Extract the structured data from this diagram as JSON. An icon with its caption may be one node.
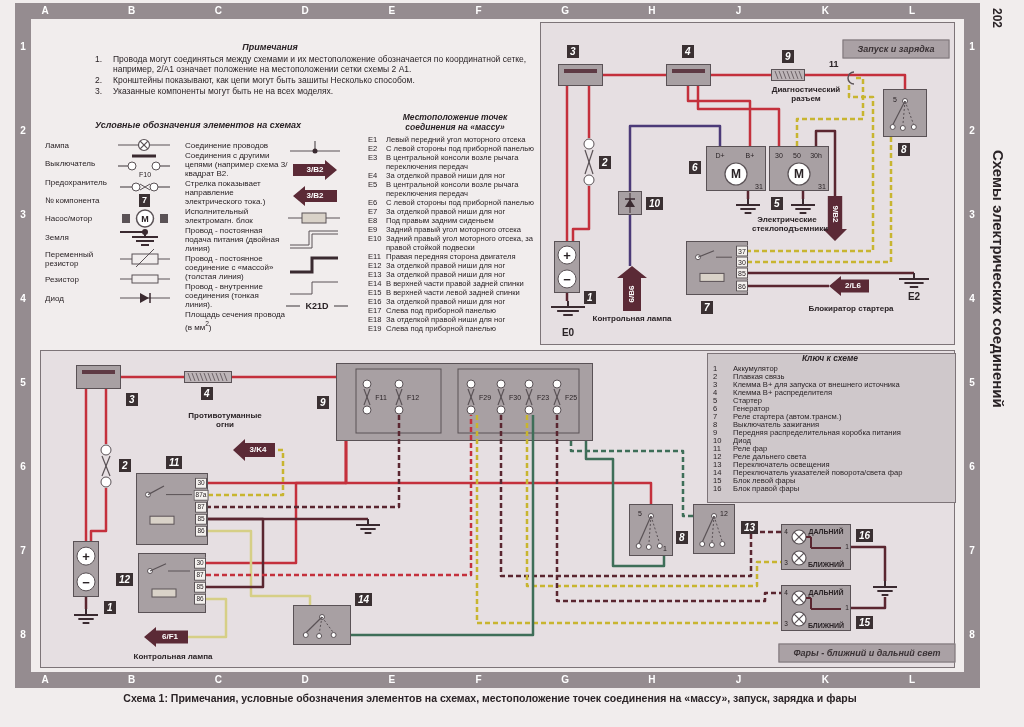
{
  "diagram": {
    "title": "Схемы электрических соединений",
    "caption": "Схема 1: Примечания, условные обозначения элементов на схемах, местоположение точек соединения на «массу», запуск, зарядка и фары",
    "nodes": [
      {
        "text": [
          "Запуск и зарядка"
        ]
      },
      {
        "text": [],
        "shape": "box",
        "in": 0,
        "beside": [
          "3"
        ]
      },
      {
        "text": [],
        "shape": "box",
        "in": 0,
        "beside": [
          "4"
        ]
      },
      {
        "text": [],
        "shape": "fuse",
        "in": 0,
        "beside": [
          "9"
        ]
      },
      {
        "text": [
          "5"
        ],
        "in": 0,
        "beside": [
          "8"
        ]
      },
      {
        "text": [],
        "shape": "fuse",
        "in": 0,
        "beside": [
          "2"
        ]
      },
      {
        "text": [
          "+",
          "−"
        ],
        "in": 0,
        "beside": [
          "1"
        ]
      },
      {
        "text": [
          "E0"
        ],
        "in": 0
      },
      {
        "text": [],
        "shape": "diode",
        "in": 0,
        "beside": [
          "10"
        ]
      },
      {
        "text": [
          "6/B6"
        ],
        "in": 0,
        "beside": [
          "Контрольная лампа"
        ]
      },
      {
        "text": [
          "D+",
          "B+",
          "M",
          "31"
        ],
        "in": 0,
        "beside": [
          "6"
        ]
      },
      {
        "text": [],
        "shape": "ground",
        "in": 0
      },
      {
        "text": [
          "30",
          "50",
          "30h",
          "M",
          "31"
        ],
        "in": 0,
        "beside": [
          "5"
        ]
      },
      {
        "text": [],
        "shape": "ground",
        "in": 0
      },
      {
        "text": [
          "9/B2"
        ],
        "in": 0
      },
      {
        "text": [],
        "shape": "connector",
        "in": 0,
        "beside": [
          "11",
          "Диагностический разъем"
        ]
      },
      {
        "text": [
          "37",
          "30",
          "85",
          "86"
        ],
        "in": 0,
        "beside": [
          "7"
        ]
      },
      {
        "text": [
          "2/L6"
        ],
        "in": 0,
        "beside": [
          "Блокиратор стартера"
        ]
      },
      {
        "text": [
          "E2"
        ],
        "in": 0
      },
      {
        "text": [
          "Фары - ближний и дальний свет"
        ]
      },
      {
        "text": [],
        "shape": "box",
        "in": 19,
        "beside": [
          "3"
        ]
      },
      {
        "text": [],
        "shape": "fuse",
        "in": 19,
        "beside": [
          "4"
        ]
      },
      {
        "text": [],
        "shape": "box",
        "in": 19,
        "beside": [
          "9"
        ]
      },
      {
        "text": [
          "F11"
        ],
        "in": 22
      },
      {
        "text": [
          "F12"
        ],
        "in": 22
      },
      {
        "text": [
          "F29"
        ],
        "in": 22
      },
      {
        "text": [
          "F30"
        ],
        "in": 22
      },
      {
        "text": [
          "F23"
        ],
        "in": 22
      },
      {
        "text": [
          "F25"
        ],
        "in": 22
      },
      {
        "text": [],
        "shape": "fuse",
        "in": 19,
        "beside": [
          "2"
        ]
      },
      {
        "text": [
          "+",
          "−"
        ],
        "in": 19,
        "beside": [
          "1"
        ]
      },
      {
        "text": [],
        "shape": "ground",
        "in": 19
      },
      {
        "text": [
          "30",
          "87a",
          "87",
          "85",
          "86"
        ],
        "in": 19,
        "beside": [
          "11"
        ]
      },
      {
        "text": [
          "3/K4"
        ],
        "in": 19,
        "beside": [
          "Противотуманные огни"
        ]
      },
      {
        "text": [],
        "shape": "ground",
        "in": 19
      },
      {
        "text": [
          "30",
          "87",
          "85",
          "86"
        ],
        "in": 19,
        "beside": [
          "12"
        ]
      },
      {
        "text": [],
        "shape": "box",
        "in": 19,
        "beside": [
          "14"
        ]
      },
      {
        "text": [
          "6/F1"
        ],
        "in": 19,
        "beside": [
          "Контрольная лампа"
        ]
      },
      {
        "text": [
          "5",
          "1"
        ],
        "in": 19,
        "beside": [
          "8"
        ]
      },
      {
        "text": [
          "12"
        ],
        "in": 19,
        "beside": [
          "13"
        ]
      },
      {
        "text": [
          "4",
          "ДАЛЬНИЙ",
          "1",
          "3",
          "БЛИЖНИЙ"
        ],
        "in": 19,
        "beside": [
          "16"
        ]
      },
      {
        "text": [
          "4",
          "ДАЛЬНИЙ",
          "1",
          "3",
          "БЛИЖНИЙ"
        ],
        "in": 19,
        "beside": [
          "15"
        ]
      },
      {
        "text": [],
        "shape": "ground",
        "in": 19
      }
    ],
    "edges": [
      {
        "from": 1,
        "to": 2,
        "arrow": "none"
      },
      {
        "from": 2,
        "to": 3,
        "arrow": "none"
      },
      {
        "from": 3,
        "to": 4,
        "arrow": "none"
      },
      {
        "from": 1,
        "to": 6,
        "arrow": "none"
      },
      {
        "from": 1,
        "to": 5,
        "arrow": "none"
      },
      {
        "from": 5,
        "to": 6,
        "arrow": "none"
      },
      {
        "from": 2,
        "to": 10,
        "arrow": "none"
      },
      {
        "from": 2,
        "to": 12,
        "arrow": "none"
      },
      {
        "from": 9,
        "to": 8,
        "arrow": "none",
        "color": "#4b3a78"
      },
      {
        "from": 8,
        "to": 10,
        "arrow": "none",
        "color": "#4b3a78"
      },
      {
        "from": 10,
        "to": 11,
        "arrow": "none",
        "color": "#5a2630"
      },
      {
        "from": 12,
        "to": 13,
        "arrow": "none",
        "color": "#5a2630"
      },
      {
        "from": 12,
        "to": 14,
        "arrow": "none",
        "color": "#5a2630"
      },
      {
        "from": 12,
        "to": 15,
        "arrow": "none",
        "style": "dashed",
        "color": "#c8b530"
      },
      {
        "from": 15,
        "to": 16,
        "arrow": "none",
        "style": "dashed",
        "color": "#c8b530"
      },
      {
        "from": 4,
        "to": 16,
        "arrow": "none",
        "style": "dashed",
        "color": "#c8b530"
      },
      {
        "from": 16,
        "to": 18,
        "arrow": "none",
        "color": "#5a2630"
      },
      {
        "from": 17,
        "to": 16,
        "arrow": "none",
        "color": "#5a2630"
      },
      {
        "from": 6,
        "to": 7,
        "arrow": "none",
        "color": "#5a2630"
      },
      {
        "from": 20,
        "to": 21,
        "arrow": "none"
      },
      {
        "from": 21,
        "to": 22,
        "arrow": "none"
      },
      {
        "from": 20,
        "to": 30,
        "arrow": "none"
      },
      {
        "from": 20,
        "to": 29,
        "arrow": "none"
      },
      {
        "from": 29,
        "to": 30,
        "arrow": "none"
      },
      {
        "from": 30,
        "to": 31,
        "arrow": "none",
        "color": "#5a2630"
      },
      {
        "from": 22,
        "to": 32,
        "arrow": "none"
      },
      {
        "from": 22,
        "to": 35,
        "arrow": "none"
      },
      {
        "from": 22,
        "to": 38,
        "arrow": "none"
      },
      {
        "from": 24,
        "to": 32,
        "arrow": "none",
        "style": "dashed",
        "color": "#5a2630"
      },
      {
        "from": 32,
        "to": 33,
        "arrow": "none",
        "style": "dashed",
        "color": "#c8b530"
      },
      {
        "from": 32,
        "to": 34,
        "arrow": "none",
        "color": "#5a2630"
      },
      {
        "from": 32,
        "to": 36,
        "arrow": "none",
        "color": "#d6cf86"
      },
      {
        "from": 35,
        "to": 32,
        "arrow": "none",
        "color": "#5a2630"
      },
      {
        "from": 35,
        "to": 25,
        "arrow": "none",
        "style": "dashed"
      },
      {
        "from": 35,
        "to": 37,
        "arrow": "none",
        "color": "#d6cf86"
      },
      {
        "from": 38,
        "to": 22,
        "arrow": "none",
        "color": "#3e6e58"
      },
      {
        "from": 39,
        "to": 22,
        "arrow": "none",
        "style": "dashed",
        "color": "#3e6e58"
      },
      {
        "from": 26,
        "to": 40,
        "arrow": "none",
        "style": "dashed",
        "color": "#5a2630"
      },
      {
        "from": 27,
        "to": 40,
        "arrow": "none",
        "style": "dashed",
        "color": "#c8b530"
      },
      {
        "from": 28,
        "to": 41,
        "arrow": "none",
        "style": "dashed",
        "color": "#5a2630"
      },
      {
        "from": 25,
        "to": 41,
        "arrow": "none",
        "style": "dashed",
        "color": "#c8b530"
      },
      {
        "from": 36,
        "to": 27,
        "arrow": "none",
        "color": "#3e6e58"
      },
      {
        "from": 40,
        "to": 42,
        "arrow": "none",
        "color": "#5a2630"
      },
      {
        "from": 41,
        "to": 42,
        "arrow": "none",
        "color": "#5a2630"
      }
    ],
    "labels": [
      "202",
      "A",
      "B",
      "C",
      "D",
      "E",
      "F",
      "G",
      "H",
      "J",
      "K",
      "L",
      "A",
      "B",
      "C",
      "D",
      "E",
      "F",
      "G",
      "H",
      "J",
      "K",
      "L",
      "1",
      "2",
      "3",
      "4",
      "5",
      "6",
      "7",
      "8",
      "1",
      "2",
      "3",
      "4",
      "5",
      "6",
      "7",
      "8",
      "Примечания",
      "1.",
      "Провода могут соединяться между схемами и их местоположение обозначается по координатной сетке, например, 2/A1 означает положение на местоположении сетки схемы 2 A1.",
      "2.",
      "Кронштейны показывают, как цепи могут быть зашиты Несколько способом.",
      "3.",
      "Указанные компоненты могут быть не на всех моделях.",
      "Условные обозначения элементов на схемах",
      "F10",
      "7",
      "M",
      "3/B2",
      "3/B2",
      "K21D",
      "Местоположение точек соединения на «массу»",
      "E1",
      "Левый передний угол моторного отсека",
      "E2",
      "С левой стороны под приборной панелью",
      "E3",
      "В центральной консоли возле рычага переключения передач",
      "E4",
      "За отделкой правой ниши для ног",
      "E5",
      "В центральной консоли возле рычага переключения передач",
      "E6",
      "С левой стороны под приборной панелью",
      "E7",
      "За отделкой правой ниши для ног",
      "E8",
      "Под правым задним сиденьем",
      "E9",
      "Задний правый угол моторного отсека",
      "E10",
      "Задний правый угол моторного отсека, за правой стойкой подвески",
      "E11",
      "Правая передняя сторона двигателя",
      "E12",
      "За отделкой правой ниши для ног",
      "E13",
      "За отделкой правой ниши для ног",
      "E14",
      "В верхней части правой задней спинки",
      "E15",
      "В верхней части левой задней спинки",
      "E16",
      "За отделкой правой ниши для ног",
      "E17",
      "Слева под приборной панелью",
      "E18",
      "За отделкой правой ниши для ног",
      "E19",
      "Слева под приборной панелью",
      "Электрические стеклоподъемники",
      "Ключ к схеме",
      "1",
      "Аккумулятор",
      "2",
      "Плавкая связь",
      "3",
      "Клемма B+ для запуска от внешнего источника",
      "4",
      "Клемма B+ распределителя",
      "5",
      "Стартер",
      "6",
      "Генератор",
      "7",
      "Реле стартера (автом.трансм.)",
      "8",
      "Выключатель зажигания",
      "9",
      "Передняя распределительная коробка питания",
      "10",
      "Диод",
      "11",
      "Реле фар",
      "12",
      "Реле дальнего света",
      "13",
      "Переключатель освещения",
      "14",
      "Переключатель указателей поворота/света фар",
      "15",
      "Блок левой фары",
      "16",
      "Блок правой фары"
    ],
    "legend": [
      {
        "text": "Лампа"
      },
      {
        "text": "Выключатель"
      },
      {
        "text": "Предохранитель"
      },
      {
        "text": "№ компонента"
      },
      {
        "text": "Насос/мотор"
      },
      {
        "text": "Земля"
      },
      {
        "text": "Переменный резистор"
      },
      {
        "text": "Резистор"
      },
      {
        "text": "Диод"
      },
      {
        "text": "Соединение проводов"
      },
      {
        "text": "Соединения с другими цепями (например схема 3/квадрат B2."
      },
      {
        "text": "Стрелка показывает направление электрического тока.)"
      },
      {
        "text": "Исполнительный электромагн. блок"
      },
      {
        "text": "Провод - постоянная подача питания (двойная линия)"
      },
      {
        "text": "Провод - постоянное соединение с «массой» (толстая линия)"
      },
      {
        "text": "Провод - внутренние соединения (тонкая линия)."
      },
      {
        "text": "Площадь сечения провода (в мм$^{2}$)"
      }
    ]
  }
}
